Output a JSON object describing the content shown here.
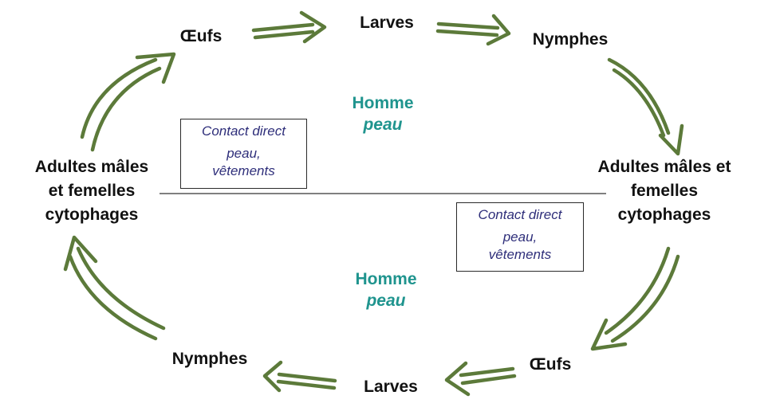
{
  "colors": {
    "arrow": "#5c7a3a",
    "host_text": "#1f948e",
    "box_text": "#2e2e7a",
    "label_text": "#111111",
    "divider": "#333333"
  },
  "upper_cycle": {
    "eggs": "Œufs",
    "larvae": "Larves",
    "nymphs": "Nymphes",
    "adults_left": "Adultes mâles\net femelles\ncytophages",
    "adults_right": "Adultes mâles et\nfemelles\ncytophages",
    "host_title": "Homme",
    "host_site": "peau",
    "transmission_title": "Contact direct",
    "transmission_detail": "peau,\nvêtements"
  },
  "lower_cycle": {
    "eggs": "Œufs",
    "larvae": "Larves",
    "nymphs": "Nymphes",
    "host_title": "Homme",
    "host_site": "peau",
    "transmission_title": "Contact direct",
    "transmission_detail": "peau,\nvêtements"
  }
}
